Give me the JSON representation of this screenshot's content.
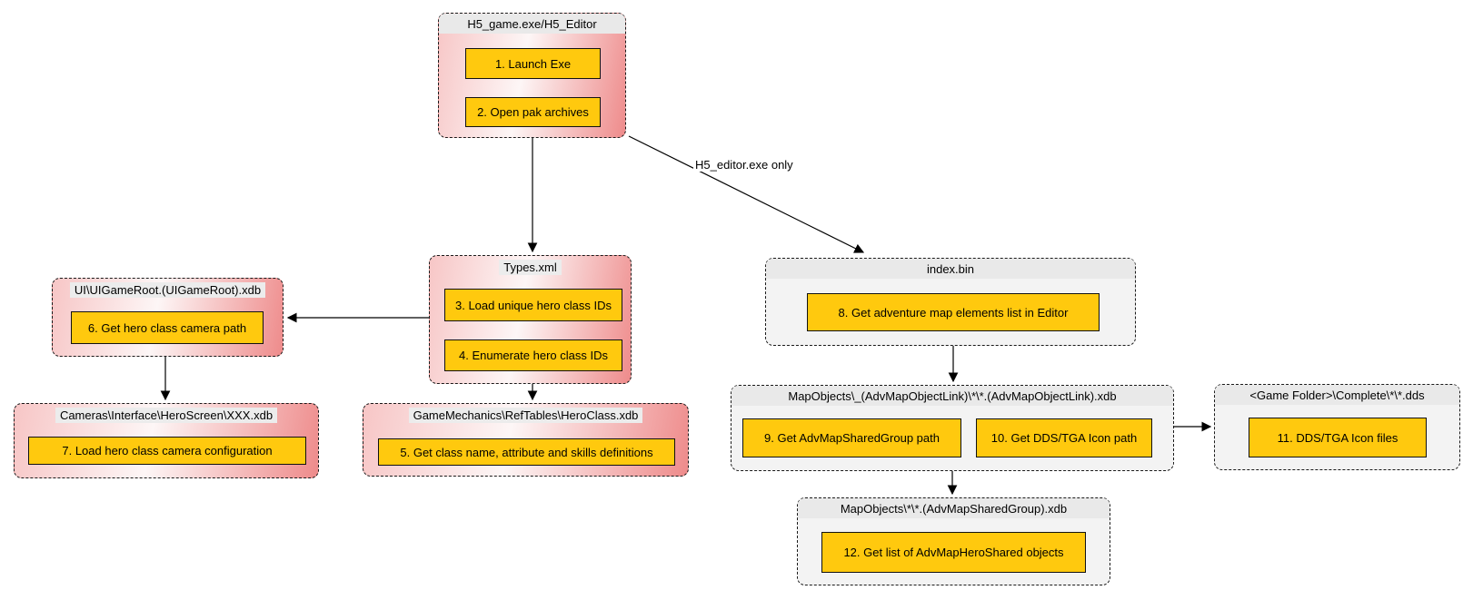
{
  "colors": {
    "step_fill": "#FFC90E",
    "pink_light": "#F7C6C6",
    "pink_dark": "#EE8B8B",
    "gray_header": "#E9E9E9",
    "gray_body": "#F3F3F3",
    "border": "#000000"
  },
  "edge_label": "H5_editor.exe only",
  "nodes": {
    "h5game": {
      "title": "H5_game.exe/H5_Editor"
    },
    "types": {
      "title": "Types.xml"
    },
    "uigameroot": {
      "title": "UI\\UIGameRoot.(UIGameRoot).xdb"
    },
    "cameras": {
      "title": "Cameras\\Interface\\HeroScreen\\XXX.xdb"
    },
    "heroclass": {
      "title": "GameMechanics\\RefTables\\HeroClass.xdb"
    },
    "indexbin": {
      "title": "index.bin"
    },
    "mapobjlink": {
      "title": "MapObjects\\_(AdvMapObjectLink)\\*\\*.(AdvMapObjectLink).xdb"
    },
    "gamefolder": {
      "title": "<Game Folder>\\Complete\\*\\*.dds"
    },
    "sharedgroup": {
      "title": "MapObjects\\*\\*.(AdvMapSharedGroup).xdb"
    }
  },
  "steps": {
    "s1": "1. Launch Exe",
    "s2": "2. Open pak archives",
    "s3": "3. Load unique hero class IDs",
    "s4": "4. Enumerate hero class IDs",
    "s5": "5. Get class name, attribute and skills definitions",
    "s6": "6. Get hero class camera path",
    "s7": "7. Load hero class camera configuration",
    "s8": "8. Get adventure map elements list in Editor",
    "s9": "9. Get AdvMapSharedGroup path",
    "s10": "10. Get DDS/TGA Icon path",
    "s11": "11. DDS/TGA Icon files",
    "s12": "12. Get list of AdvMapHeroShared objects"
  },
  "edges": [
    {
      "from": "step 1",
      "to": "step 2",
      "label": ""
    },
    {
      "from": "h5game",
      "to": "types",
      "label": ""
    },
    {
      "from": "h5game",
      "to": "indexbin",
      "label": "H5_editor.exe only"
    },
    {
      "from": "step 3",
      "to": "step 4",
      "label": ""
    },
    {
      "from": "types",
      "to": "uigameroot",
      "label": ""
    },
    {
      "from": "uigameroot",
      "to": "cameras",
      "label": ""
    },
    {
      "from": "types",
      "to": "heroclass",
      "label": ""
    },
    {
      "from": "indexbin",
      "to": "mapobjlink",
      "label": ""
    },
    {
      "from": "mapobjlink",
      "to": "gamefolder",
      "label": ""
    },
    {
      "from": "mapobjlink",
      "to": "sharedgroup",
      "label": ""
    }
  ]
}
